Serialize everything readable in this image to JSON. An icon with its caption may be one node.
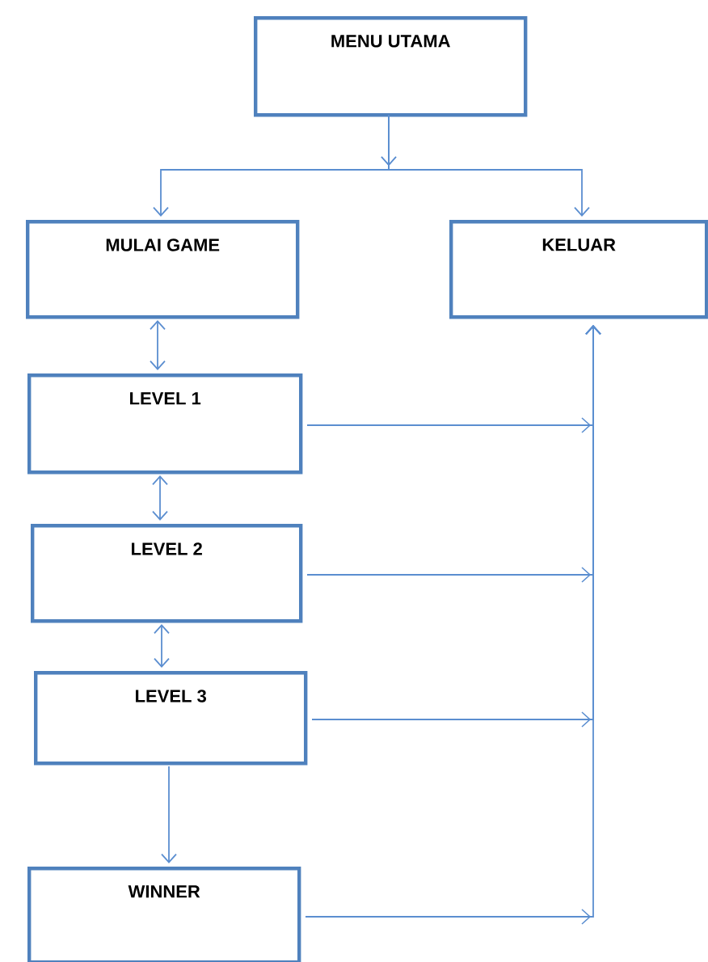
{
  "diagram": {
    "nodes": [
      {
        "text": [
          "MENU UTAMA"
        ]
      },
      {
        "text": [
          "MULAI GAME"
        ]
      },
      {
        "text": [
          "KELUAR"
        ]
      },
      {
        "text": [
          "LEVEL 1"
        ]
      },
      {
        "text": [
          "LEVEL 2"
        ]
      },
      {
        "text": [
          "LEVEL 3"
        ]
      },
      {
        "text": [
          "WINNER"
        ]
      }
    ],
    "edges": [
      {
        "from": 0,
        "to": 1,
        "arrow": "to"
      },
      {
        "from": 0,
        "to": 2,
        "arrow": "to"
      },
      {
        "from": 1,
        "to": 3,
        "arrow": "both"
      },
      {
        "from": 3,
        "to": 4,
        "arrow": "both"
      },
      {
        "from": 4,
        "to": 5,
        "arrow": "both"
      },
      {
        "from": 5,
        "to": 6,
        "arrow": "to"
      },
      {
        "from": 3,
        "to": 2,
        "arrow": "to"
      },
      {
        "from": 4,
        "to": 2,
        "arrow": "to"
      },
      {
        "from": 5,
        "to": 2,
        "arrow": "to"
      },
      {
        "from": 6,
        "to": 2,
        "arrow": "to"
      }
    ]
  }
}
